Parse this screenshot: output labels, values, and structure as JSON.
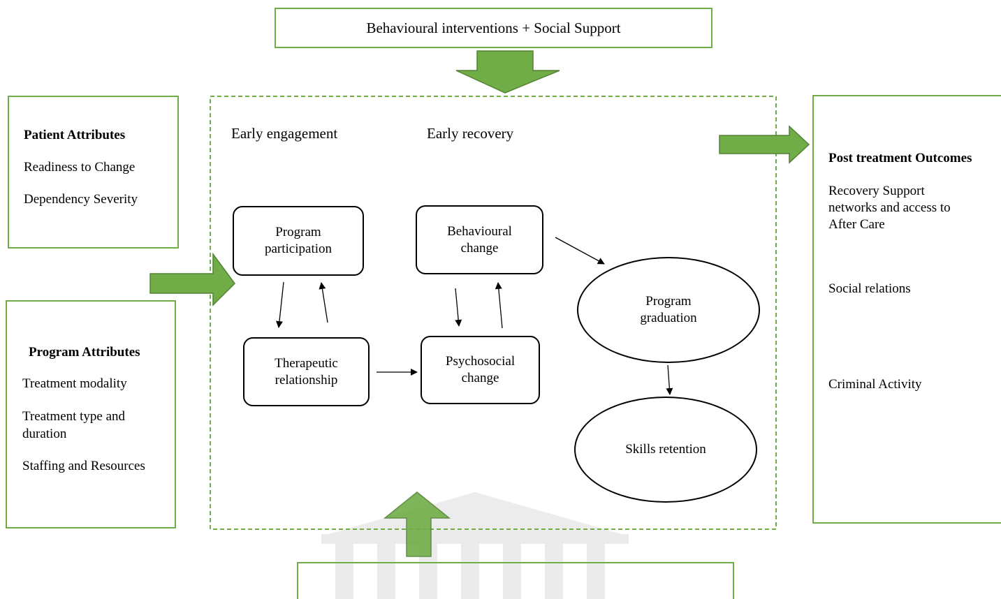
{
  "top_box": {
    "label": "Behavioural interventions + Social Support"
  },
  "patient": {
    "title": "Patient Attributes",
    "items": [
      "Readiness to Change",
      "Dependency Severity"
    ]
  },
  "program_attr": {
    "title": "Program Attributes",
    "items": [
      "Treatment modality",
      "Treatment type and",
      "duration",
      "Staffing and Resources"
    ]
  },
  "outcomes": {
    "title": "Post treatment Outcomes",
    "items": [
      "Recovery Support",
      "networks and access to",
      "After Care",
      "Social relations",
      "Criminal Activity"
    ]
  },
  "phases": {
    "early_engagement": "Early engagement",
    "early_recovery": "Early recovery"
  },
  "nodes": {
    "program_participation": [
      "Program",
      "participation"
    ],
    "therapeutic_relationship": [
      "Therapeutic",
      "relationship"
    ],
    "behavioural_change": [
      "Behavioural",
      "change"
    ],
    "psychosocial_change": [
      "Psychosocial",
      "change"
    ],
    "program_graduation": [
      "Program",
      "graduation"
    ],
    "skills_retention": "Skills retention"
  },
  "colors": {
    "green_border": "#70ad47",
    "green_arrow": "#70ad47",
    "arrow_outline": "#548235"
  }
}
